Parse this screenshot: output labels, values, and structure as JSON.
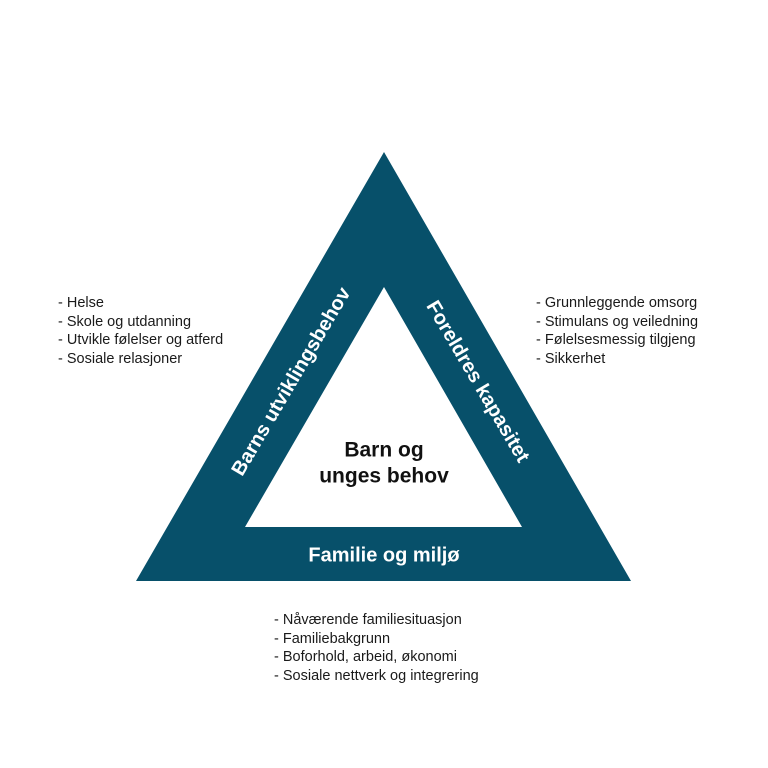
{
  "center": {
    "line1": "Barn og",
    "line2": "unges behov"
  },
  "sides": {
    "left": "Barns utviklingsbehov",
    "right": "Foreldres kapasitet",
    "bottom": "Familie og miljø"
  },
  "lists": {
    "left": [
      "Helse",
      "Skole og utdanning",
      "Utvikle følelser og atferd",
      "Sosiale relasjoner"
    ],
    "right": [
      "Grunnleggende omsorg",
      "Stimulans og veiledning",
      "Følelsesmessig tilgjeng",
      "Sikkerhet"
    ],
    "bottom": [
      "Nåværende familiesituasjon",
      "Familiebakgrunn",
      "Boforhold, arbeid, økonomi",
      "Sosiale nettverk og integrering"
    ]
  },
  "colors": {
    "triangle": "#07506a",
    "background": "#ffffff"
  }
}
